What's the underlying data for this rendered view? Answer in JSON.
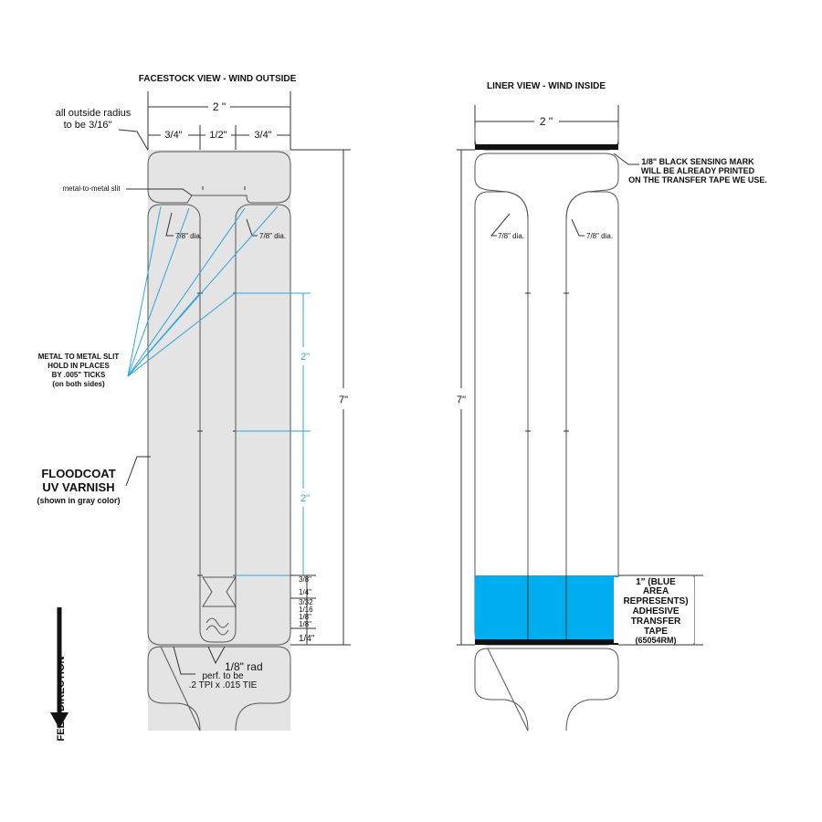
{
  "facestock": {
    "title": "FACESTOCK VIEW - WIND OUTSIDE",
    "width_dim": "2 \"",
    "radius_note": [
      "all outside radius",
      "to be 3/16\""
    ],
    "seg_left": "3/4\"",
    "seg_mid": "1/2\"",
    "seg_right": "3/4\"",
    "slit_label": "metal-to-metal slit",
    "dia_left": "7/8\" dia.",
    "dia_right": "7/8\" dia.",
    "tick_note": [
      "METAL TO METAL SLIT",
      "HOLD IN PLACES",
      "BY .005\" TICKS",
      "(on both sides)"
    ],
    "varnish_note": [
      "FLOODCOAT",
      "UV VARNISH"
    ],
    "varnish_sub": "(shown in gray color)",
    "dim_2a": "2\"",
    "dim_2b": "2\"",
    "height_dim": "7\"",
    "small_dims": [
      "3/8\"",
      "1/4\"",
      "3/32",
      "1/16",
      "1/8\"",
      "1/8\"",
      "1/4\""
    ],
    "rad_label": "1/8\"  rad",
    "perf_note": [
      "perf. to be",
      ".2 TPI x .015 TIE"
    ],
    "feed_direction": "FEED DIRECTION",
    "varnish_color": "#e4e4e4"
  },
  "liner": {
    "title": "LINER VIEW - WIND INSIDE",
    "width_dim": "2 \"",
    "sensing_note": [
      "1/8\" BLACK SENSING MARK",
      "WILL BE ALREADY PRINTED",
      "ON THE TRANSFER TAPE WE USE."
    ],
    "dia_left": "7/8\" dia.",
    "dia_right": "7/8\" dia.",
    "height_dim": "7\"",
    "blue_note": [
      "1\" (BLUE",
      "AREA",
      "REPRESENTS)",
      "ADHESIVE",
      "TRANSFER",
      "TAPE",
      "(65054RM)"
    ],
    "blue_color": "#00aeef"
  }
}
